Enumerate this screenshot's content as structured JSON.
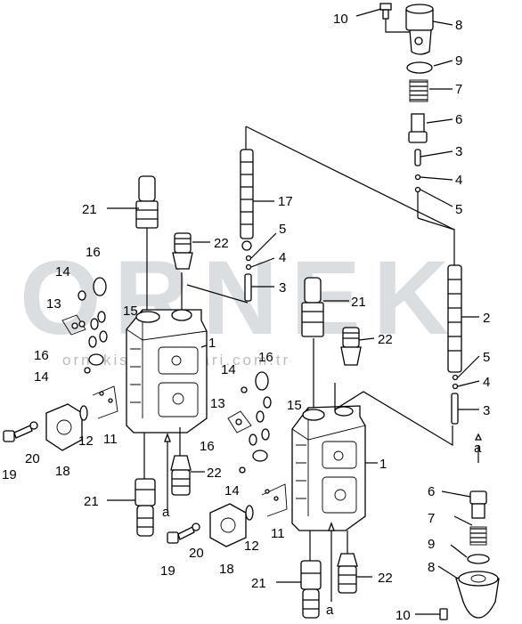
{
  "watermark": {
    "brand": "ORNEK",
    "url": "ornekismakinalari.com.tr"
  },
  "callouts": {
    "c1a": "1",
    "c1b": "1",
    "c2": "2",
    "c3a": "3",
    "c3b": "3",
    "c3c": "3",
    "c4a": "4",
    "c4b": "4",
    "c4c": "4",
    "c5a": "5",
    "c5b": "5",
    "c5c": "5",
    "c6a": "6",
    "c6b": "6",
    "c7a": "7",
    "c7b": "7",
    "c8a": "8",
    "c8b": "8",
    "c9a": "9",
    "c9b": "9",
    "c10a": "10",
    "c10b": "10",
    "c11a": "11",
    "c11b": "11",
    "c12a": "12",
    "c12b": "12",
    "c13a": "13",
    "c13b": "13",
    "c14a": "14",
    "c14b": "14",
    "c14c": "14",
    "c14d": "14",
    "c15a": "15",
    "c15b": "15",
    "c16a": "16",
    "c16b": "16",
    "c16c": "16",
    "c16d": "16",
    "c17": "17",
    "c18a": "18",
    "c18b": "18",
    "c19a": "19",
    "c19b": "19",
    "c20a": "20",
    "c20b": "20",
    "c21a": "21",
    "c21b": "21",
    "c21c": "21",
    "c21d": "21",
    "c22a": "22",
    "c22b": "22",
    "c22c": "22",
    "c22d": "22"
  },
  "markers": {
    "a1": "a",
    "a2": "a",
    "a3": "a"
  }
}
